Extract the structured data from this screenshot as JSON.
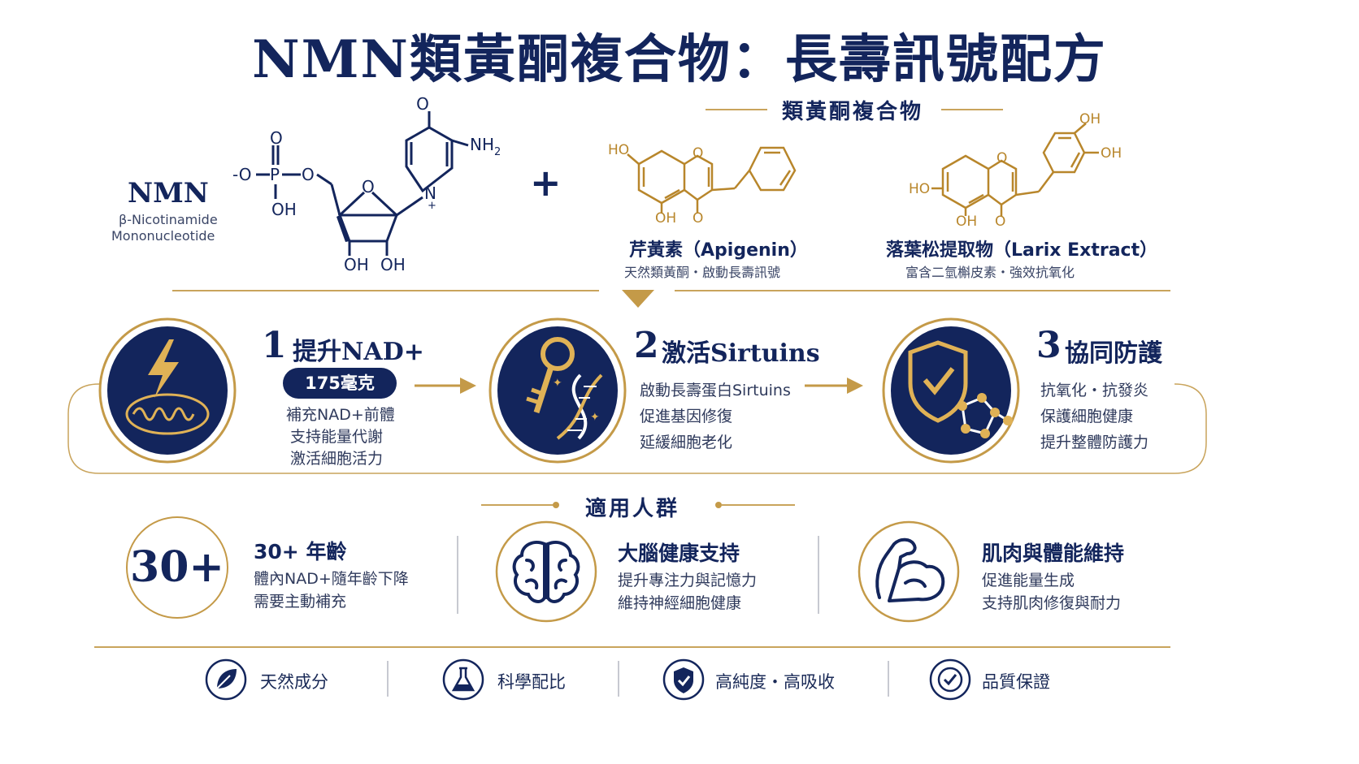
{
  "title": "NMN類黃酮複合物：長壽訊號配方",
  "nmn": {
    "name": "NMN",
    "sub1": "β-Nicotinamide",
    "sub2": "Mononucleotide",
    "plus": "+",
    "labels": {
      "o_top": "O",
      "nh2": "NH",
      "nh2_sub": "2",
      "o_minus": "-O",
      "p": "P",
      "o_link": "O",
      "o_double": "O",
      "oh_p": "OH",
      "ring_o": "O",
      "n_plus": "N",
      "plus_sign": "+",
      "oh1": "OH",
      "oh2": "OH"
    }
  },
  "flavonoid": {
    "header": "類黃酮複合物",
    "apigenin": {
      "name": "芹黃素（Apigenin）",
      "desc": "天然類黃酮・啟動長壽訊號",
      "labels": {
        "ho": "HO",
        "o_ring": "O",
        "oh": "OH",
        "o_keto": "O"
      }
    },
    "larix": {
      "name": "落葉松提取物（Larix Extract）",
      "desc": "富含二氫槲皮素・強效抗氧化",
      "labels": {
        "ho": "HO",
        "o_ring": "O",
        "oh": "OH",
        "o_keto": "O",
        "oh_top": "OH",
        "oh_right": "OH"
      }
    }
  },
  "steps": [
    {
      "num": "1",
      "title": "提升NAD+",
      "badge": "175毫克",
      "lines": [
        "補充NAD+前體",
        "支持能量代謝",
        "激活細胞活力"
      ],
      "icon": "mitochondria-bolt-icon"
    },
    {
      "num": "2",
      "title": "激活Sirtuins",
      "lines": [
        "啟動長壽蛋白Sirtuins",
        "促進基因修復",
        "延緩細胞老化"
      ],
      "icon": "key-dna-icon"
    },
    {
      "num": "3",
      "title": "協同防護",
      "lines": [
        "抗氧化・抗發炎",
        "保護細胞健康",
        "提升整體防護力"
      ],
      "icon": "shield-molecule-icon"
    }
  ],
  "audience": {
    "header": "適用人群",
    "items": [
      {
        "badge": "30+",
        "title": "30+ 年齡",
        "lines": [
          "體內NAD+隨年齡下降",
          "需要主動補充"
        ]
      },
      {
        "title": "大腦健康支持",
        "lines": [
          "提升專注力與記憶力",
          "維持神經細胞健康"
        ],
        "icon": "brain-icon"
      },
      {
        "title": "肌肉與體能維持",
        "lines": [
          "促進能量生成",
          "支持肌肉修復與耐力"
        ],
        "icon": "muscle-arm-icon"
      }
    ]
  },
  "features": [
    {
      "label": "天然成分",
      "icon": "leaf-icon"
    },
    {
      "label": "科學配比",
      "icon": "flask-icon"
    },
    {
      "label": "高純度・高吸收",
      "icon": "shield-check-icon"
    },
    {
      "label": "品質保證",
      "icon": "badge-check-icon"
    }
  ],
  "colors": {
    "navy": "#13255c",
    "gold": "#b8862b"
  }
}
